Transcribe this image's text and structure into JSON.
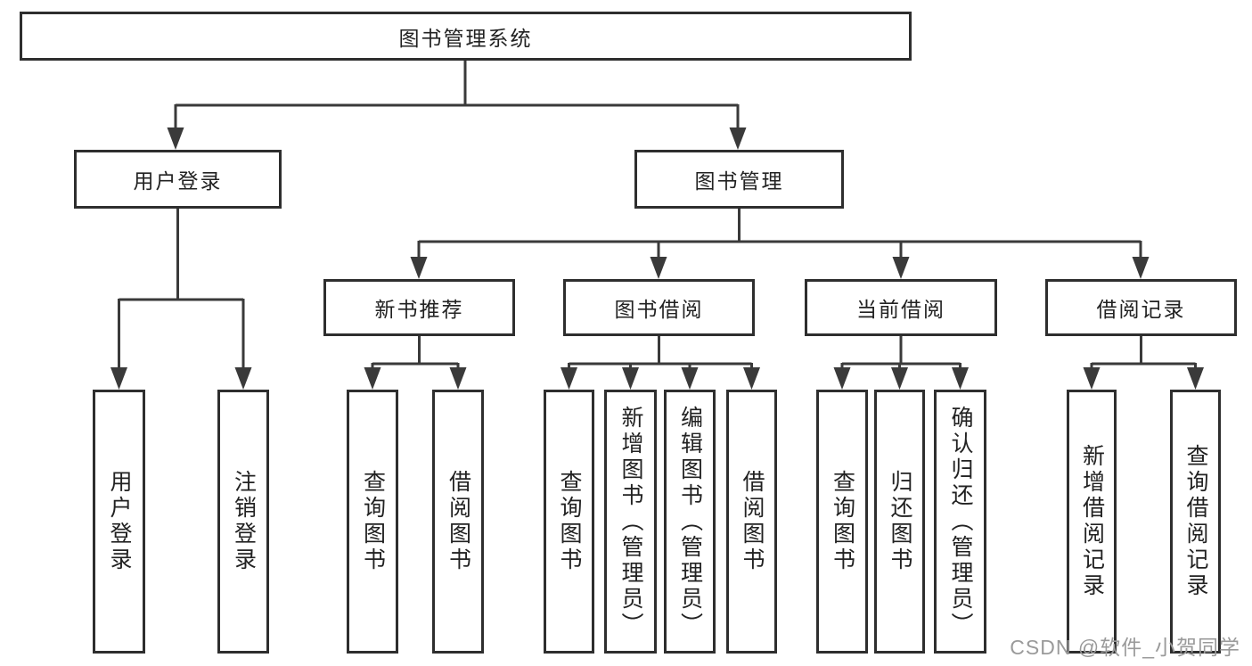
{
  "colors": {
    "background": "#ffffff",
    "line": "#3a3a3a",
    "box_border": "#2e2e2e",
    "text": "#222222",
    "watermark": "#9a9a9a"
  },
  "watermark": {
    "text": "CSDN @软件_小贺同学"
  },
  "tree": {
    "label": "图书管理系统",
    "children": [
      {
        "label": "用户登录",
        "children": [
          {
            "label": "用户登录"
          },
          {
            "label": "注销登录"
          }
        ]
      },
      {
        "label": "图书管理",
        "children": [
          {
            "label": "新书推荐",
            "children": [
              {
                "label": "查询图书"
              },
              {
                "label": "借阅图书"
              }
            ]
          },
          {
            "label": "图书借阅",
            "children": [
              {
                "label": "查询图书"
              },
              {
                "label": "新增图书（管理员）"
              },
              {
                "label": "编辑图书（管理员）"
              },
              {
                "label": "借阅图书"
              }
            ]
          },
          {
            "label": "当前借阅",
            "children": [
              {
                "label": "查询图书"
              },
              {
                "label": "归还图书"
              },
              {
                "label": "确认归还（管理员）"
              }
            ]
          },
          {
            "label": "借阅记录",
            "children": [
              {
                "label": "新增借阅记录"
              },
              {
                "label": "查询借阅记录"
              }
            ]
          }
        ]
      }
    ]
  }
}
